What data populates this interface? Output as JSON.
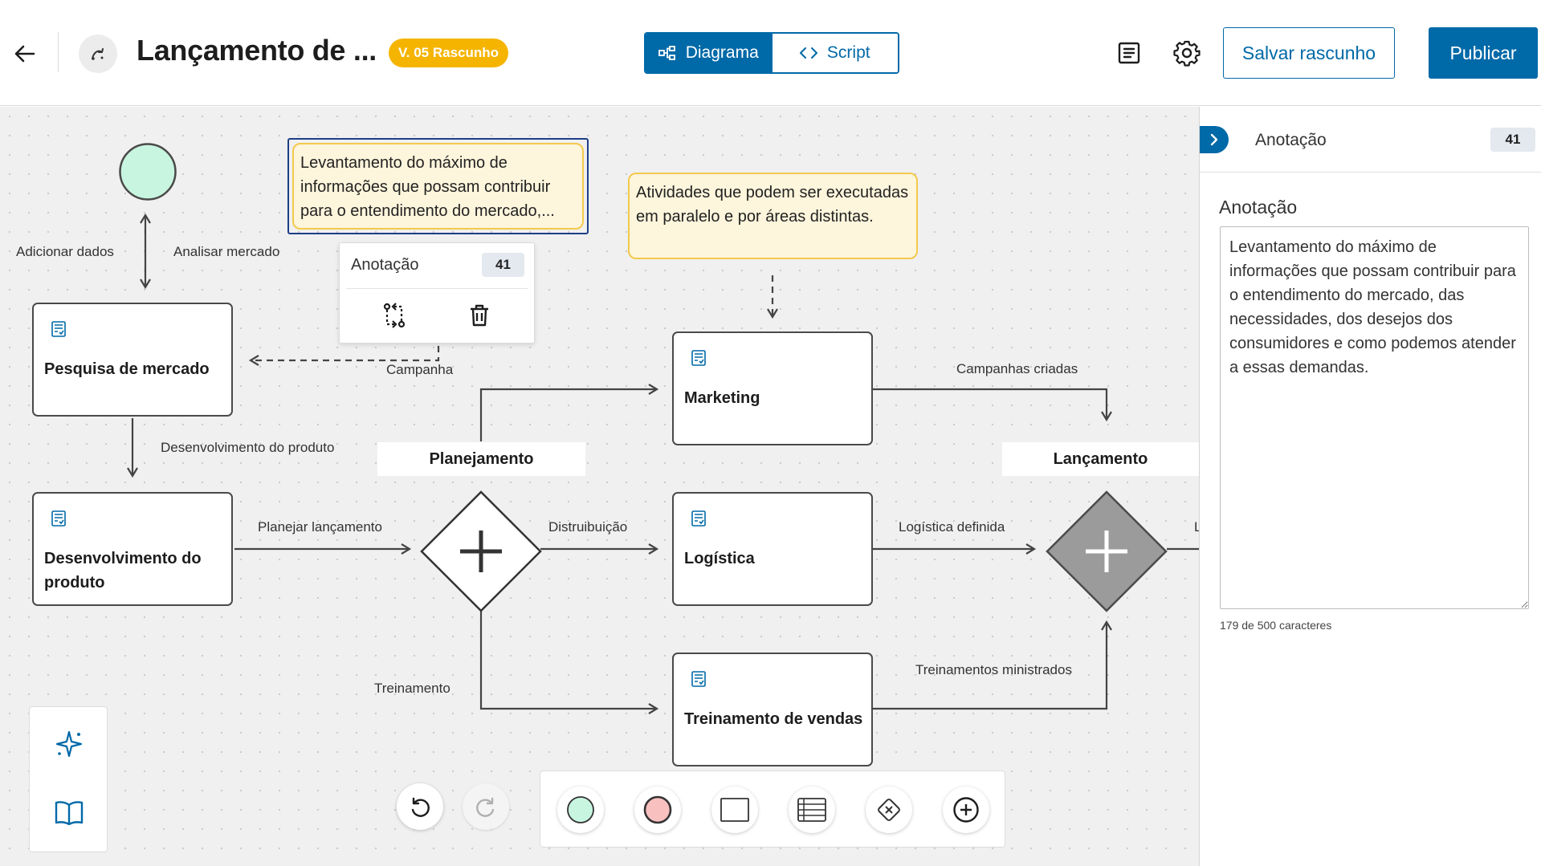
{
  "header": {
    "title": "Lançamento de ...",
    "version_badge": "V. 05 Rascunho",
    "view_toggle": {
      "diagram_label": "Diagrama",
      "script_label": "Script",
      "active": "Diagrama"
    },
    "save_draft_label": "Salvar rascunho",
    "publish_label": "Publicar",
    "icons": [
      "back-arrow-icon",
      "process-icon",
      "document-icon",
      "gear-icon"
    ]
  },
  "diagram": {
    "tasks": {
      "pesquisa": "Pesquisa de mercado",
      "desenvolvimento": "Desenvolvimento do produto",
      "marketing": "Marketing",
      "logistica": "Logística",
      "treinamento": "Treinamento de vendas"
    },
    "gateways": {
      "planejamento": "Planejamento",
      "lancamento": "Lançamento"
    },
    "edge_labels": {
      "adicionar_dados": "Adicionar dados",
      "analisar_mercado": "Analisar mercado",
      "campanha": "Campanha",
      "desenvolvimento_produto": "Desenvolvimento do produto",
      "planejar_lancamento": "Planejar lançamento",
      "distribuicao": "Distruibuição",
      "treinamento": "Treinamento",
      "campanhas_criadas": "Campanhas criadas",
      "logistica_definida": "Logística definida",
      "treinamentos_ministrados": "Treinamentos ministrados",
      "cut_off": "L"
    },
    "annotations": {
      "selected": "Levantamento do máximo de informações que possam contribuir para o entendimento do mercado,...",
      "parallel": "Atividades que podem ser executadas em paralelo e por áreas distintas."
    },
    "popup": {
      "title": "Anotação",
      "count": "41"
    },
    "colors": {
      "start_event": "#c8f5e0",
      "end_event": "#f9c0c0",
      "gateway_filled": "#9b9b9b",
      "annotation_fill": "#fdf5dc",
      "annotation_border": "#f4c94c",
      "accent": "#0069a8"
    }
  },
  "toolbar": {
    "left_tools": [
      "ai-sparkle-icon",
      "book-icon"
    ],
    "history": [
      "undo-icon",
      "redo-icon"
    ],
    "palette": [
      "start-event",
      "end-event",
      "task",
      "pool-lane",
      "exclusive-gateway",
      "add-more"
    ]
  },
  "side_panel": {
    "header_title": "Anotação",
    "header_count": "41",
    "field_label": "Anotação",
    "field_value": "Levantamento do máximo de informações que possam contribuir para o entendimento do mercado, das necessidades, dos desejos dos consumidores e como podemos atender a essas demandas.",
    "char_count": "179 de 500 caracteres"
  }
}
